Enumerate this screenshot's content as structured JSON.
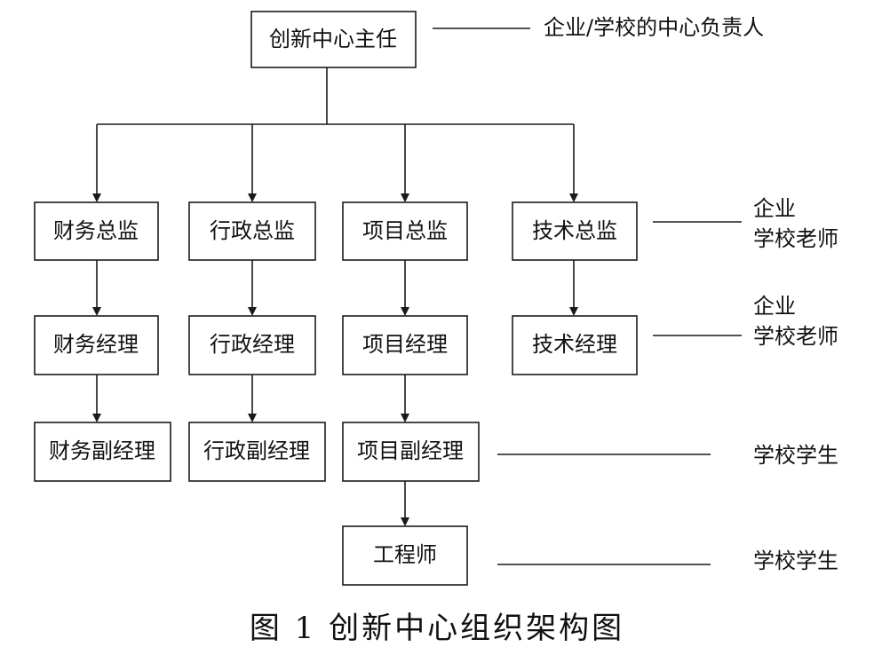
{
  "nodes": {
    "director": "创新中心主任",
    "finance_chief": "财务总监",
    "admin_chief": "行政总监",
    "project_chief": "项目总监",
    "tech_chief": "技术总监",
    "finance_mgr": "财务经理",
    "admin_mgr": "行政经理",
    "project_mgr": "项目经理",
    "tech_mgr": "技术经理",
    "finance_deputy": "财务副经理",
    "admin_deputy": "行政副经理",
    "project_deputy": "项目副经理",
    "engineer": "工程师"
  },
  "notes": {
    "director_note": "企业/学校的中心负责人",
    "tech_chief_note": [
      "企业",
      "学校老师"
    ],
    "tech_mgr_note": [
      "企业",
      "学校老师"
    ],
    "project_deputy_note": "学校学生",
    "engineer_note": "学校学生"
  },
  "caption": "图 1  创新中心组织架构图"
}
